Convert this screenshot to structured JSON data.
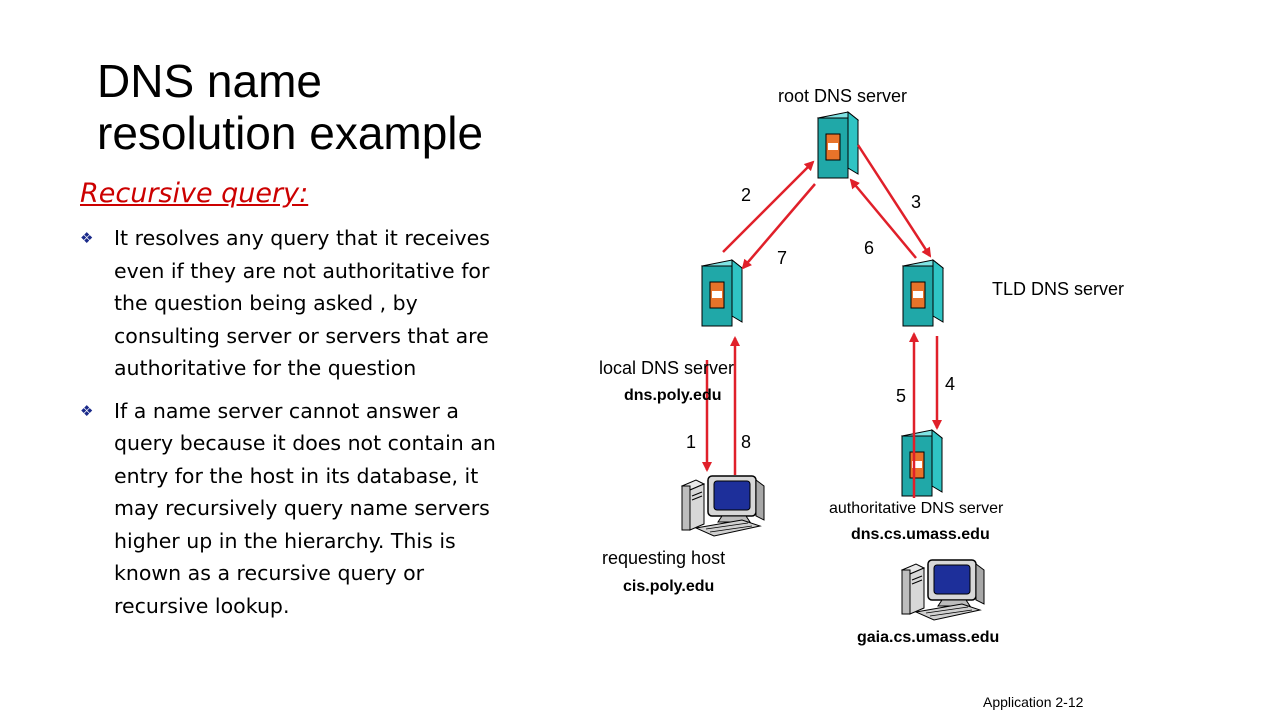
{
  "title_line1": "DNS name",
  "title_line2": "resolution example",
  "subtitle": "Recursive query:",
  "bullets": [
    "It resolves any query that it receives even if they are not authoritative for the question being asked , by consulting server or servers that are authoritative for the question",
    "If a name server cannot answer a query because it does not contain an entry for the host in its database, it may recursively query name servers higher up in the hierarchy. This is known as a recursive query or recursive lookup."
  ],
  "nodes": {
    "root": {
      "label": "root DNS server"
    },
    "tld": {
      "label": "TLD DNS server"
    },
    "local": {
      "label": "local DNS server",
      "host": "dns.poly.edu"
    },
    "authoritative": {
      "label": "authoritative DNS server",
      "host": "dns.cs.umass.edu"
    },
    "requesting": {
      "label": "requesting host",
      "host": "cis.poly.edu"
    },
    "gaia": {
      "host": "gaia.cs.umass.edu"
    }
  },
  "steps": [
    "1",
    "2",
    "3",
    "4",
    "5",
    "6",
    "7",
    "8"
  ],
  "colors": {
    "arrow": "#e0202a",
    "server": "#2fc4c4",
    "server_front": "#20a8a8",
    "panel": "#e8732a"
  },
  "footer": "Application  2-12"
}
